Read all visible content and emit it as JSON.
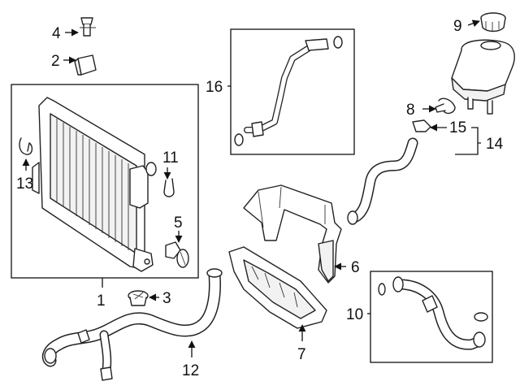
{
  "diagram": {
    "callouts": {
      "c1": "1",
      "c2": "2",
      "c3": "3",
      "c4": "4",
      "c5": "5",
      "c6": "6",
      "c7": "7",
      "c8": "8",
      "c9": "9",
      "c10": "10",
      "c11": "11",
      "c12": "12",
      "c13": "13",
      "c14": "14",
      "c15": "15",
      "c16": "16"
    },
    "parts": [
      {
        "callout": "1",
        "icon": "radiator-icon"
      },
      {
        "callout": "2",
        "icon": "clip-nut-icon"
      },
      {
        "callout": "3",
        "icon": "grommet-icon"
      },
      {
        "callout": "4",
        "icon": "pin-clip-icon"
      },
      {
        "callout": "5",
        "icon": "drain-plug-icon"
      },
      {
        "callout": "6",
        "icon": "shroud-panel-icon"
      },
      {
        "callout": "7",
        "icon": "lower-bracket-icon"
      },
      {
        "callout": "8",
        "icon": "hose-clamp-icon"
      },
      {
        "callout": "9",
        "icon": "reservoir-cap-icon"
      },
      {
        "callout": "10",
        "icon": "hose-with-seals-icon"
      },
      {
        "callout": "11",
        "icon": "retaining-clip-icon"
      },
      {
        "callout": "12",
        "icon": "lower-hose-icon"
      },
      {
        "callout": "13",
        "icon": "spring-clip-icon"
      },
      {
        "callout": "14",
        "icon": "overflow-hose-assembly-icon"
      },
      {
        "callout": "15",
        "icon": "hose-connector-icon"
      },
      {
        "callout": "16",
        "icon": "coolant-pipe-icon"
      }
    ]
  }
}
